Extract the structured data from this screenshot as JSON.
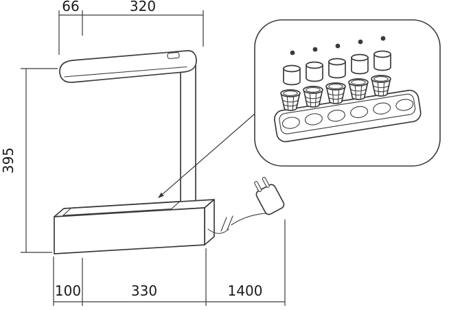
{
  "page": {
    "background_color": "#ffffff",
    "line_color": "#3a3a3a",
    "text_color": "#1a1a1a"
  },
  "dimensions": {
    "top": [
      {
        "label": "66"
      },
      {
        "label": "320"
      }
    ],
    "left": [
      {
        "label": "395"
      }
    ],
    "bottom": [
      {
        "label": "100"
      },
      {
        "label": "330"
      },
      {
        "label": "1400"
      }
    ]
  },
  "detail_view": {
    "seed_dots": 5,
    "seed_caps": 5,
    "grow_baskets": 5,
    "tray_holes": 6
  }
}
